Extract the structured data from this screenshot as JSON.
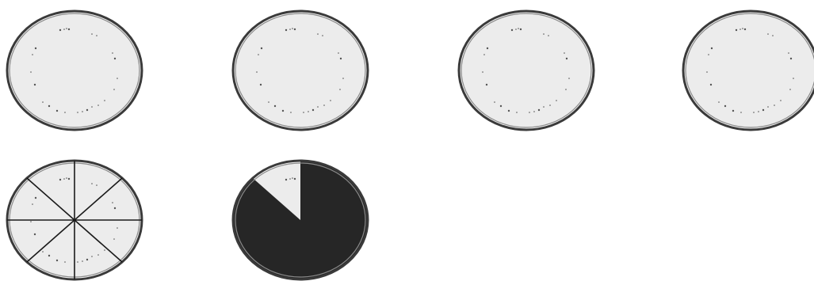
{
  "figure": {
    "pies": [
      {
        "state": "whole",
        "slices": 1,
        "eaten": 0
      },
      {
        "state": "whole",
        "slices": 1,
        "eaten": 0
      },
      {
        "state": "whole",
        "slices": 1,
        "eaten": 0
      },
      {
        "state": "whole",
        "slices": 1,
        "eaten": 0
      },
      {
        "state": "cut",
        "slices": 8,
        "eaten": 0
      },
      {
        "state": "remaining",
        "slices": 8,
        "eaten": 7
      }
    ],
    "colors": {
      "crust": "#3a3a3a",
      "filling": "#ececec",
      "eaten_area": "#262626",
      "cut_line": "#1a1a1a",
      "background": "#ffffff"
    }
  }
}
